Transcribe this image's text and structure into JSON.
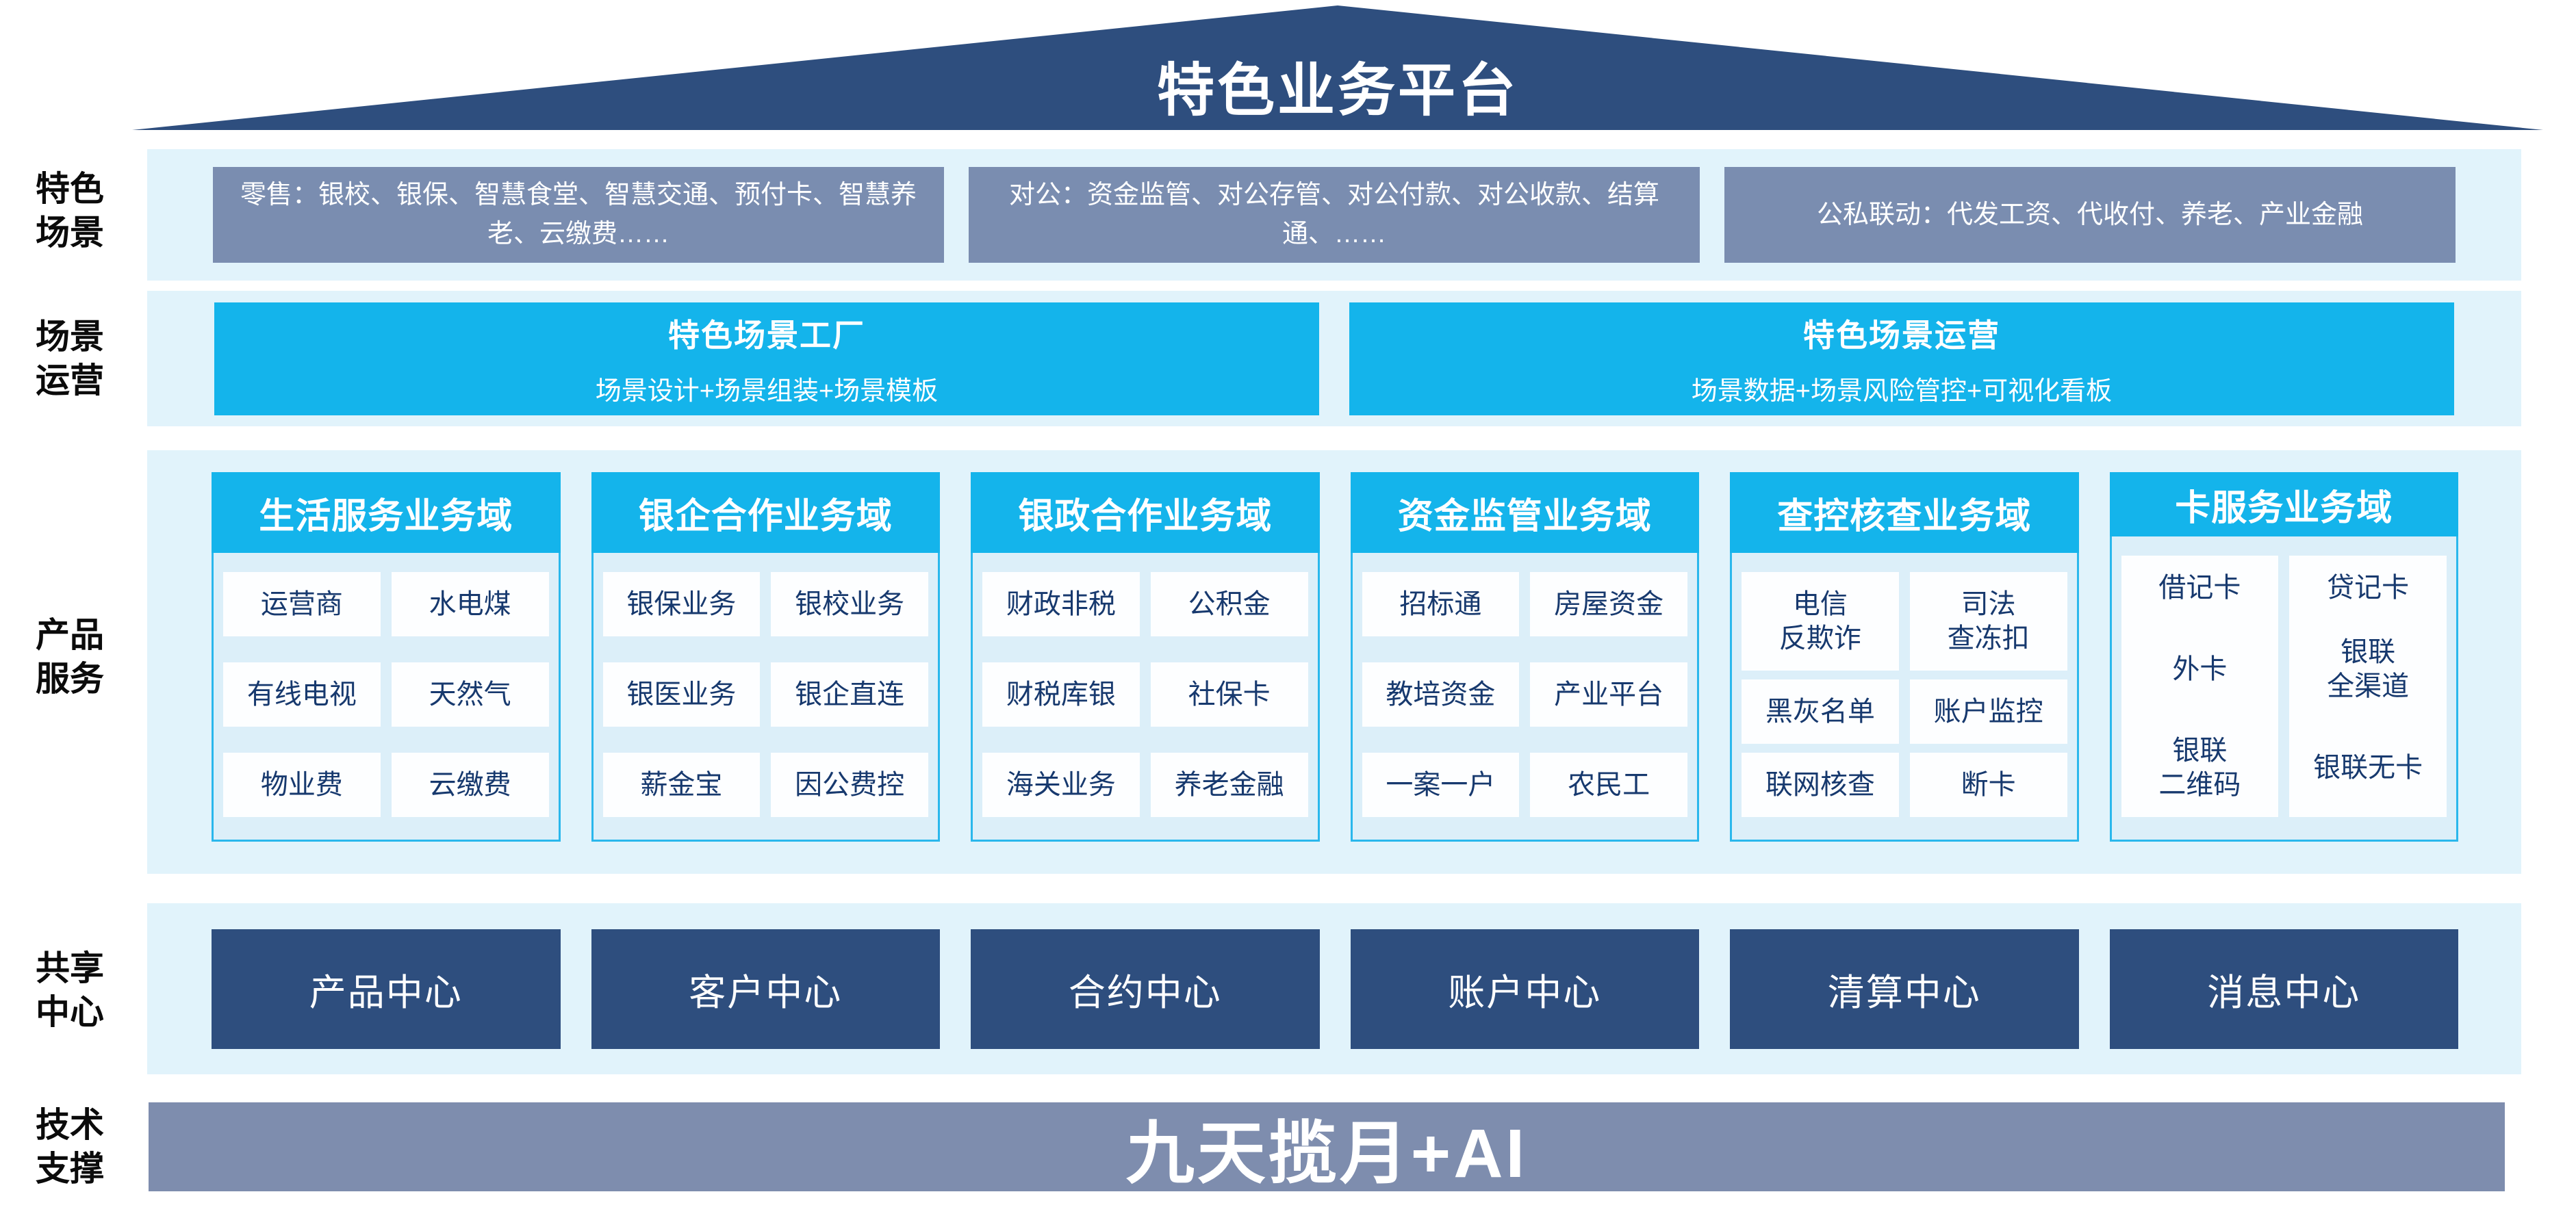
{
  "roof": {
    "title": "特色业务平台"
  },
  "rows": {
    "scenes": {
      "label": "特色\n场景",
      "boxes": [
        "零售：银校、银保、智慧食堂、智慧交通、预付卡、智慧养老、云缴费……",
        "对公：资金监管、对公存管、对公付款、对公收款、结算通、……",
        "公私联动：代发工资、代收付、养老、产业金融"
      ]
    },
    "operations": {
      "label": "场景\n运营",
      "boxes": [
        {
          "title": "特色场景工厂",
          "subtitle": "场景设计+场景组装+场景模板"
        },
        {
          "title": "特色场景运营",
          "subtitle": "场景数据+场景风险管控+可视化看板"
        }
      ]
    },
    "products": {
      "label": "产品\n服务",
      "domains": [
        {
          "title": "生活服务业务域",
          "items": [
            "运营商",
            "水电煤",
            "有线电视",
            "天然气",
            "物业费",
            "云缴费"
          ]
        },
        {
          "title": "银企合作业务域",
          "items": [
            "银保业务",
            "银校业务",
            "银医业务",
            "银企直连",
            "薪金宝",
            "因公费控"
          ]
        },
        {
          "title": "银政合作业务域",
          "items": [
            "财政非税",
            "公积金",
            "财税库银",
            "社保卡",
            "海关业务",
            "养老金融"
          ]
        },
        {
          "title": "资金监管业务域",
          "items": [
            "招标通",
            "房屋资金",
            "教培资金",
            "产业平台",
            "一案一户",
            "农民工"
          ]
        },
        {
          "title": "查控核查业务域",
          "items": [
            "电信\n反欺诈",
            "司法\n查冻扣",
            "黑灰名单",
            "账户监控",
            "联网核查",
            "断卡"
          ]
        },
        {
          "title": "卡服务业务域",
          "items": [
            "借记卡",
            "贷记卡",
            "外卡",
            "银联\n全渠道",
            "银联\n二维码",
            "银联无卡"
          ]
        }
      ]
    },
    "centers": {
      "label": "共享\n中心",
      "boxes": [
        "产品中心",
        "客户中心",
        "合约中心",
        "账户中心",
        "清算中心",
        "消息中心"
      ]
    },
    "tech": {
      "label": "技术\n支撑",
      "bar": "九天揽月+AI"
    }
  },
  "colors": {
    "navy": "#2E4E7E",
    "cyan": "#14B4EB",
    "panel_border": "#2AB7EC",
    "slate_box": "#7A8DB0",
    "slate_bar": "#7E8DAE",
    "band_background": "#E1F3FB",
    "panel_body": "#DCEFF9",
    "cell_background": "#FDFEFF",
    "cell_text": "#17396E"
  }
}
